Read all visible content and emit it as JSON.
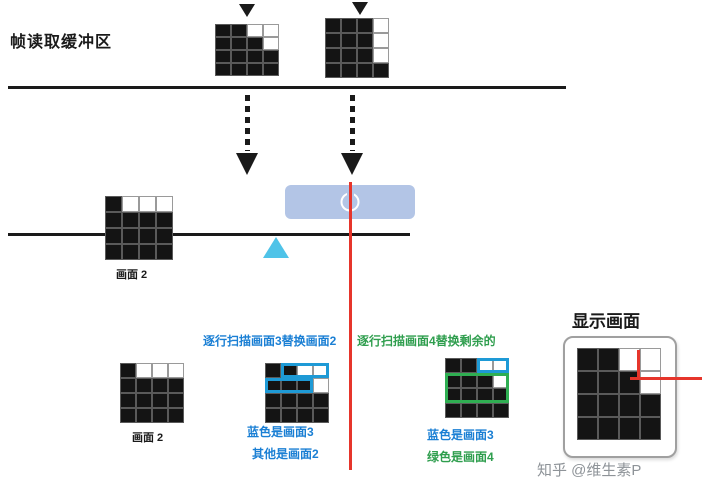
{
  "colors": {
    "black": "#141414",
    "grid_line": "#5a5a5a",
    "blue_text": "#1a7fd4",
    "blue_outline": "#1e9ad6",
    "green_text": "#2f9e4e",
    "green_outline": "#2fae52",
    "cyan": "#4fc3e8",
    "panel_blue": "#b3c5e6",
    "red": "#e6352b",
    "gray_text": "#8e9398",
    "bezel": "#a0a0a0"
  },
  "header": {
    "buffer_title": "帧读取缓冲区"
  },
  "display": {
    "title": "显示画面"
  },
  "captions": {
    "frame2_mid": "画面 2",
    "frame2_bottom": "画面 2",
    "scan3": "逐行扫描画面3替换画面2",
    "scan4": "逐行扫描画面4替换剩余的",
    "scan3_note1": "蓝色是画面3",
    "scan3_note2": "其他是画面2",
    "scan4_note1": "蓝色是画面3",
    "scan4_note2": "绿色是画面4"
  },
  "watermark": "知乎 @维生素P",
  "icons": {
    "buffer_arrows": "down-arrow",
    "scan_marker": "triangle-up",
    "vsync": "power"
  },
  "grids": {
    "buffer_a": {
      "rows": [
        "bbww",
        "bbbw",
        "bbbb",
        "bbbb"
      ],
      "overlays": []
    },
    "buffer_b": {
      "rows": [
        "bbbw",
        "bbbw",
        "bbbw",
        "bbbb"
      ],
      "overlays": []
    },
    "frame2_mid": {
      "rows": [
        "bwww",
        "bbbb",
        "bbbb",
        "bbbb"
      ],
      "overlays": []
    },
    "frame2_bottom": {
      "rows": [
        "bwww",
        "bbbb",
        "bbbb",
        "bbbb"
      ],
      "overlays": []
    },
    "scan3": {
      "rows": [
        "bbww",
        "bbbw",
        "bbbb",
        "bbbb"
      ],
      "overlays": [
        {
          "color": "blue",
          "r": 0,
          "c": 1,
          "rs": 1,
          "cs": 3
        },
        {
          "color": "blue",
          "r": 1,
          "c": 0,
          "rs": 1,
          "cs": 3
        }
      ]
    },
    "scan4": {
      "rows": [
        "bbww",
        "bbbw",
        "bbbb",
        "bbbb"
      ],
      "overlays": [
        {
          "color": "blue",
          "r": 0,
          "c": 2,
          "rs": 1,
          "cs": 2
        },
        {
          "color": "green",
          "r": 1,
          "c": 0,
          "rs": 2,
          "cs": 4
        }
      ]
    },
    "display": {
      "rows": [
        "bbww",
        "bbbw",
        "bbbb",
        "bbbb"
      ],
      "overlays": []
    }
  }
}
